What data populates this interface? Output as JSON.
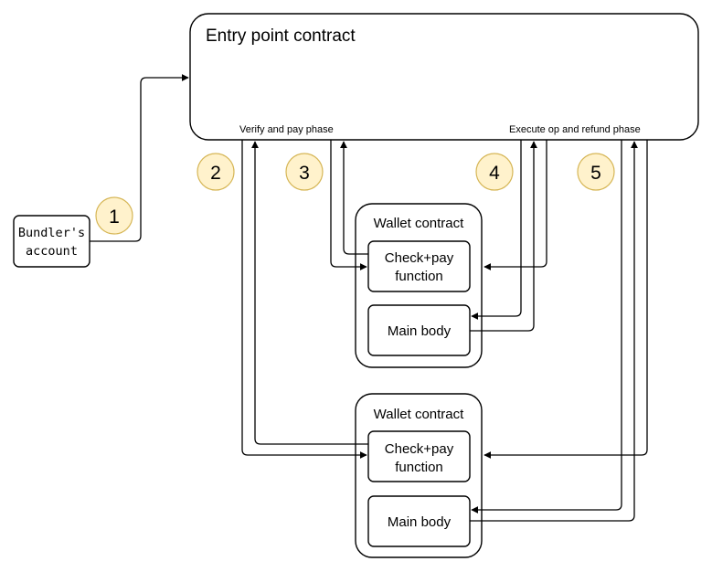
{
  "entry_point": {
    "title": "Entry point contract",
    "verify_phase_label": "Verify and pay phase",
    "execute_phase_label": "Execute op and refund phase"
  },
  "bundler": {
    "line1": "Bundler's",
    "line2": "account"
  },
  "steps": [
    "1",
    "2",
    "3",
    "4",
    "5"
  ],
  "wallets": [
    {
      "title": "Wallet contract",
      "check_pay_line1": "Check+pay",
      "check_pay_line2": "function",
      "main_body": "Main body"
    },
    {
      "title": "Wallet contract",
      "check_pay_line1": "Check+pay",
      "check_pay_line2": "function",
      "main_body": "Main body"
    }
  ],
  "colors": {
    "badge_fill": "#fff2cc",
    "badge_stroke": "#d6b656",
    "line": "#000000"
  }
}
